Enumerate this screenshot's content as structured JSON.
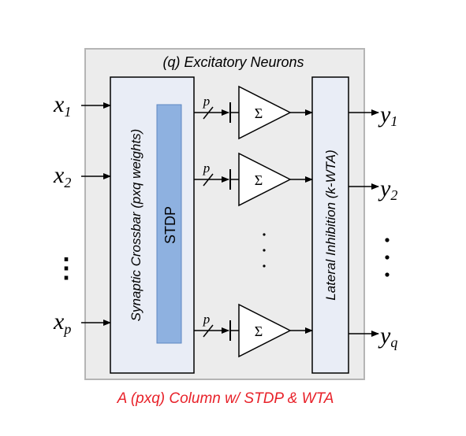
{
  "diagram": {
    "top_label": "(q) Excitatory Neurons",
    "crossbar_label": "Synaptic Crossbar (pxq weights)",
    "stdp_label": "STDP",
    "inhibition_label": "Lateral Inhibition  (k-WTA)",
    "caption": "A (pxq) Column w/ STDP & WTA",
    "bus_width_label": "p",
    "sum_symbol": "Σ",
    "inputs": [
      {
        "base": "x",
        "sub": "1"
      },
      {
        "base": "x",
        "sub": "2"
      },
      {
        "base": "x",
        "sub": "p"
      }
    ],
    "outputs": [
      {
        "base": "y",
        "sub": "1"
      },
      {
        "base": "y",
        "sub": "2"
      },
      {
        "base": "y",
        "sub": "q"
      }
    ],
    "ellipsis": "⋮",
    "colors": {
      "outer_fill": "#ececec",
      "outer_stroke": "#b5b5b5",
      "block_fill": "#e9edf6",
      "stdp_fill": "#8eb1e0",
      "stdp_stroke": "#5d86c2",
      "caption": "#e8222a",
      "line": "#000000"
    }
  }
}
